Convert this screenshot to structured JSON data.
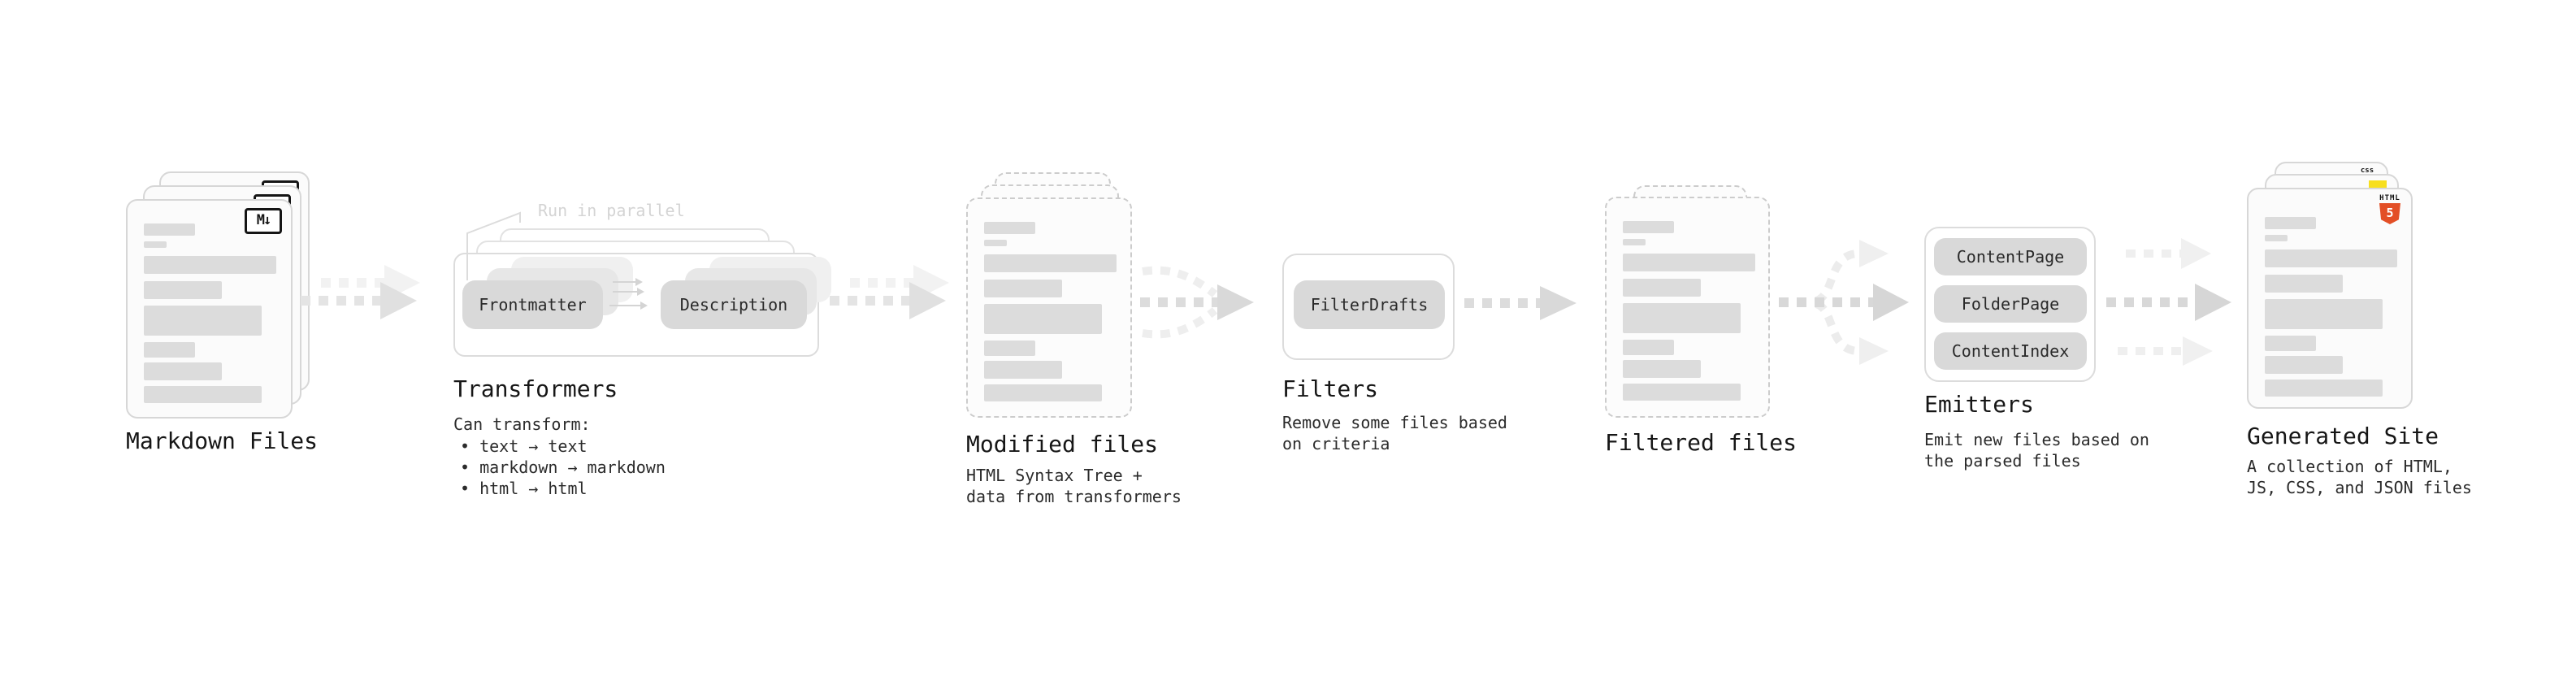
{
  "stages": {
    "markdown": {
      "label": "Markdown Files",
      "badge": "M↓"
    },
    "transformers": {
      "heading": "Transformers",
      "note": "Run in parallel",
      "pill_left": "Frontmatter",
      "pill_right": "Description",
      "desc_title": "Can transform:",
      "bullets": [
        "• text → text",
        "• markdown → markdown",
        "• html → html"
      ]
    },
    "modified": {
      "heading": "Modified files",
      "desc_line1": "HTML Syntax Tree +",
      "desc_line2": "data from transformers"
    },
    "filters": {
      "heading": "Filters",
      "pill": "FilterDrafts",
      "desc_line1": "Remove some files based",
      "desc_line2": "on criteria"
    },
    "filtered": {
      "heading": "Filtered files"
    },
    "emitters": {
      "heading": "Emitters",
      "pills": [
        "ContentPage",
        "FolderPage",
        "ContentIndex"
      ],
      "desc_line1": "Emit new files based on",
      "desc_line2": "the parsed files"
    },
    "generated": {
      "heading": "Generated Site",
      "desc_line1": "A collection of HTML,",
      "desc_line2": "JS, CSS, and JSON files",
      "badge_css": "css",
      "badge_html_text": "HTML",
      "badge_html_number": "5"
    }
  },
  "colors": {
    "html5_orange": "#e34f26",
    "js_yellow": "#f7df1e",
    "css_blue": "#2965f1",
    "pill_bg": "#d9d9d9",
    "placeholder_bar": "#dcdcdc",
    "arrow": "#dcdcdc",
    "arrow_faint": "#efefef",
    "heading_text": "#161616",
    "note_text": "#d4d4d4"
  }
}
